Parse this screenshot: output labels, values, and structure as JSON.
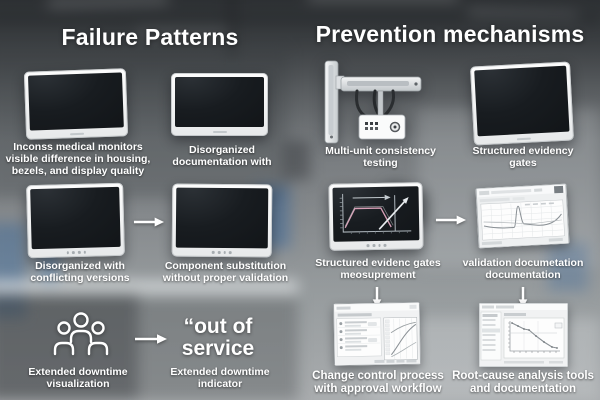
{
  "left": {
    "title": "Failure Patterns",
    "row1": {
      "item1": "Inconss medical monitors\nvisible difference in housing,\nbezels, and display quality",
      "item2": "Disorganized\ndocumentation with"
    },
    "row2": {
      "item1": "Disorganized with\nconflicting versions",
      "item2": "Component substitution\nwithout proper validation"
    },
    "row3": {
      "item1": "Extended downtime\nvisualization",
      "item2": "Extended downtime\nindicator",
      "callout": "“out of\nservice"
    }
  },
  "right": {
    "title": "Prevention mechanisms",
    "row1": {
      "item1": "Multi-unit consistency\ntesting",
      "item2": "Structured evidency\ngates"
    },
    "row2": {
      "item1": "Structured evidenc gates\nmeosuprement",
      "item2": "validation documetation\ndocumentation"
    },
    "row3": {
      "item1": "Change control process\nwith approval workflow",
      "item2": "Root-cause analysis tools\nand documentation"
    }
  },
  "icons": {
    "people_group": "people-group-icon",
    "arrow_right": "arrow-right-icon",
    "arrow_down": "arrow-down-icon"
  },
  "colors": {
    "text": "#ffffff",
    "monitor_bezel": "#f4f5f6",
    "screen_dark": "#15181b",
    "window_chrome": "#f1f2f3",
    "chart_pink": "#d79fb6",
    "equipment_blue": "#3f6ea0"
  }
}
